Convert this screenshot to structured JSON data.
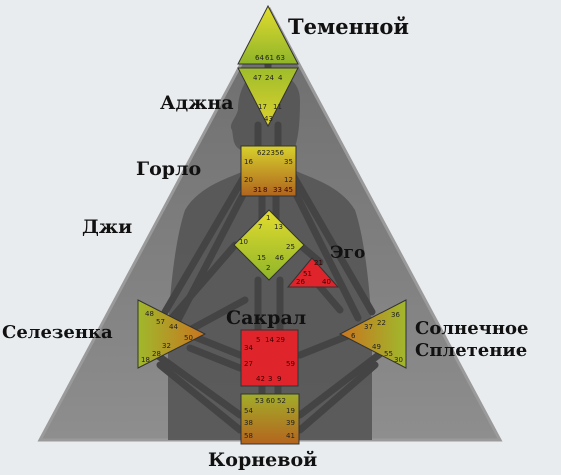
{
  "labels": {
    "head": "Теменной",
    "ajna": "Аджна",
    "throat": "Горло",
    "g": "Джи",
    "ego": "Эго",
    "spleen": "Селезенка",
    "sacral": "Сакрал",
    "solar_line1": "Солнечное",
    "solar_line2": "Сплетение",
    "root": "Корневой"
  },
  "gates": {
    "head": [
      "64",
      "61",
      "63"
    ],
    "ajna_top": [
      "47",
      "24",
      "4"
    ],
    "ajna_bottom": [
      "17",
      "11",
      "43"
    ],
    "throat": [
      "62",
      "23",
      "56",
      "16",
      "35",
      "20",
      "12",
      "31",
      "8",
      "33",
      "45"
    ],
    "g": [
      "1",
      "7",
      "13",
      "10",
      "25",
      "15",
      "46",
      "2"
    ],
    "ego": [
      "21",
      "51",
      "26",
      "40"
    ],
    "spleen": [
      "48",
      "57",
      "44",
      "50",
      "32",
      "28",
      "18"
    ],
    "sacral": [
      "5",
      "14",
      "29",
      "34",
      "27",
      "59",
      "42",
      "3",
      "9"
    ],
    "solar": [
      "36",
      "37",
      "22",
      "6",
      "49",
      "55",
      "30"
    ],
    "root": [
      "53",
      "60",
      "52",
      "54",
      "19",
      "38",
      "39",
      "58",
      "41"
    ]
  },
  "colors": {
    "yellow": "#d9d12a",
    "green": "#9fbd2c",
    "red": "#e0242b",
    "brown": "#b56a1f",
    "channel": "#555555",
    "body": "#5b5b5b",
    "triangle": "#9a9a9a"
  }
}
